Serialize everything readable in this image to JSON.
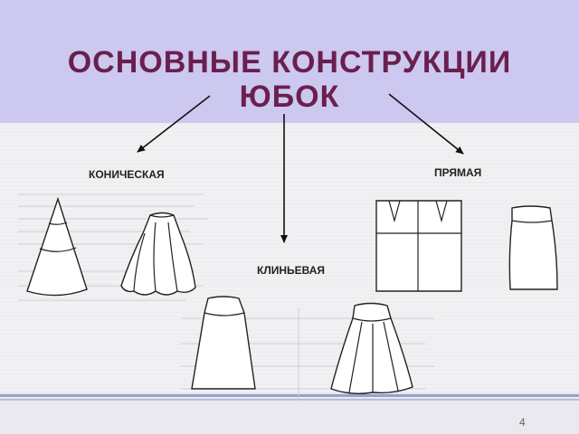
{
  "title_line1": "ОСНОВНЫЕ КОНСТРУКЦИИ",
  "title_line2": "ЮБОК",
  "labels": {
    "conical": "КОНИЧЕСКАЯ",
    "straight": "ПРЯМАЯ",
    "gored": "КЛИНЬЕВАЯ"
  },
  "page_number": "4",
  "colors": {
    "header_band": "#ccc8f0",
    "title": "#6a1f4e"
  }
}
